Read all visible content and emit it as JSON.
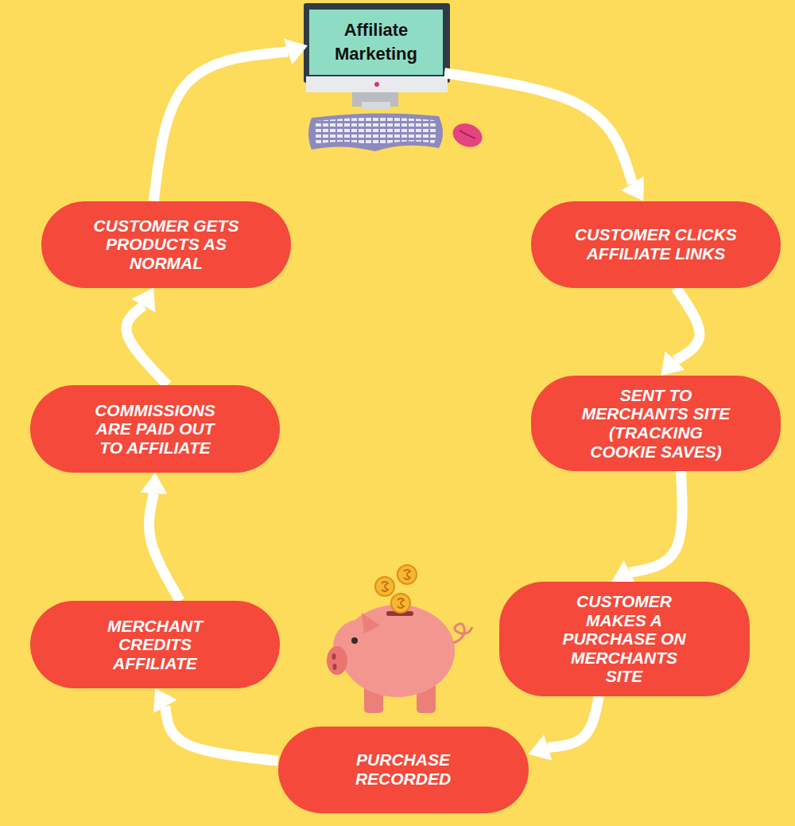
{
  "diagram": {
    "nodes": [
      {
        "text": [
          "Affiliate Marketing"
        ]
      },
      {
        "text": [
          "CUSTOMER CLICKS AFFILIATE LINKS"
        ]
      },
      {
        "text": [
          "SENT TO MERCHANTS SITE (TRACKING COOKIE SAVES)"
        ]
      },
      {
        "text": [
          "CUSTOMER MAKES A PURCHASE ON MERCHANTS SITE"
        ]
      },
      {
        "text": [
          "PURCHASE RECORDED"
        ]
      },
      {
        "text": [
          "MERCHANT CREDITS AFFILIATE"
        ]
      },
      {
        "text": [
          "COMMISSIONS ARE PAID OUT TO AFFILIATE"
        ]
      },
      {
        "text": [
          "CUSTOMER GETS PRODUCTS AS NORMAL"
        ]
      }
    ],
    "edges": [
      {
        "from": 0,
        "to": 1,
        "arrow": "to"
      },
      {
        "from": 1,
        "to": 2,
        "arrow": "to"
      },
      {
        "from": 2,
        "to": 3,
        "arrow": "to"
      },
      {
        "from": 3,
        "to": 4,
        "arrow": "to"
      },
      {
        "from": 4,
        "to": 5,
        "arrow": "to"
      },
      {
        "from": 5,
        "to": 6,
        "arrow": "to"
      },
      {
        "from": 6,
        "to": 7,
        "arrow": "to"
      },
      {
        "from": 7,
        "to": 0,
        "arrow": "to"
      }
    ]
  }
}
